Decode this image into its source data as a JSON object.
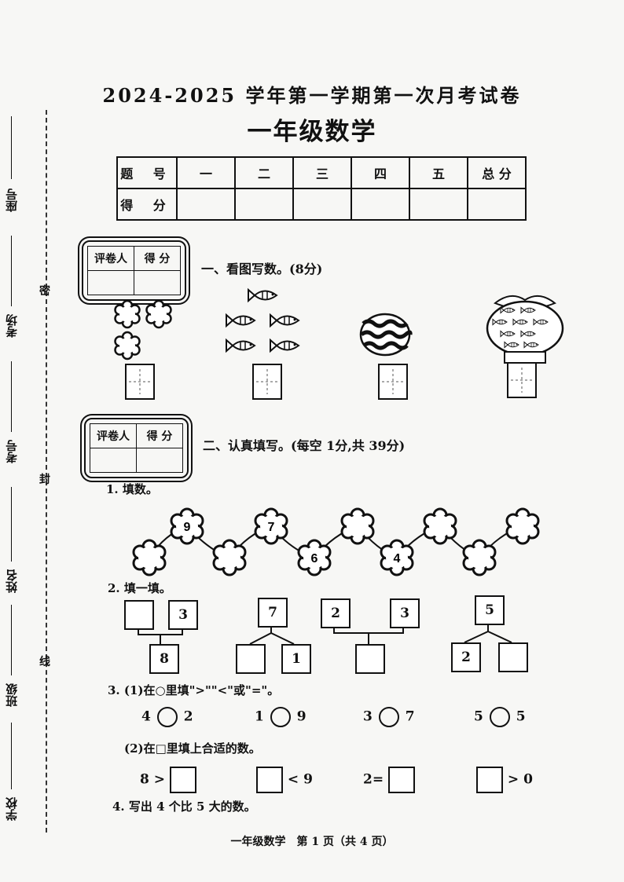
{
  "header": {
    "title": "2024-2025 学年第一学期第一次月考试卷",
    "subject": "一年级数学"
  },
  "score_table": {
    "row1": [
      "题 号",
      "一",
      "二",
      "三",
      "四",
      "五",
      "总 分"
    ],
    "row2_label": "得 分"
  },
  "grader_box": {
    "reviewer": "评卷人",
    "score": "得 分"
  },
  "binding_line": {
    "fields": [
      "座号",
      "考场",
      "考号",
      "姓名",
      "班级",
      "学校"
    ],
    "seal_chars": [
      "密",
      "封",
      "线"
    ]
  },
  "section1": {
    "heading": "一、看图写数。(8分)"
  },
  "section2": {
    "heading": "二、认真填写。(每空 1分,共 39分)",
    "q1": {
      "label": "1. 填数。",
      "numbers_top": [
        "9",
        "7",
        "",
        "",
        ""
      ],
      "numbers_bottom": [
        "",
        "",
        "6",
        "4",
        ""
      ]
    },
    "q2": {
      "label": "2. 填一填。",
      "groups": [
        {
          "top": [
            "",
            "3"
          ],
          "bottom": [
            "8"
          ]
        },
        {
          "top": [
            "7"
          ],
          "bottom": [
            "",
            "1"
          ]
        },
        {
          "top": [
            "2",
            "3"
          ],
          "bottom": [
            ""
          ]
        },
        {
          "top": [
            "5"
          ],
          "bottom": [
            "2",
            ""
          ]
        }
      ]
    },
    "q3": {
      "label1": "3. (1)在○里填\">\"\"<\"或\"=\"。",
      "compare": [
        [
          "4",
          "2"
        ],
        [
          "1",
          "9"
        ],
        [
          "3",
          "7"
        ],
        [
          "5",
          "5"
        ]
      ],
      "label2": "(2)在□里填上合适的数。",
      "fill": [
        [
          "8 >",
          ""
        ],
        [
          "",
          "< 9"
        ],
        [
          "2=",
          ""
        ],
        [
          "",
          "> 0"
        ]
      ]
    },
    "q4": {
      "label": "4. 写出 4 个比 5 大的数。"
    }
  },
  "footer": {
    "text": "一年级数学　第 1 页（共 4 页）"
  }
}
